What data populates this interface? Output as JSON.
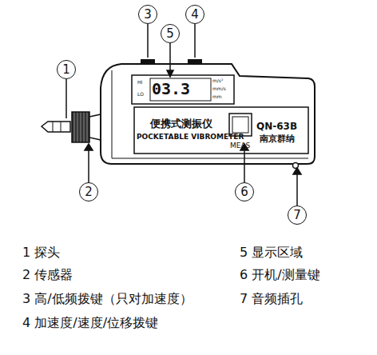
{
  "diagram": {
    "nodes": [
      {
        "text": [
          "1"
        ]
      },
      {
        "text": [
          "2"
        ]
      },
      {
        "text": [
          "3"
        ]
      },
      {
        "text": [
          "4"
        ]
      },
      {
        "text": [
          "5"
        ]
      },
      {
        "text": [
          "6"
        ]
      },
      {
        "text": [
          "7"
        ]
      },
      {
        "text": [
          "HI",
          "LO",
          "03.3",
          "m/s²",
          "mm/s",
          "mm"
        ]
      },
      {
        "text": [
          "便携式测振仪",
          "POCKETABLE VIBROMETER"
        ]
      }
    ],
    "labels": [
      "MEAS",
      "QN-63B",
      "南京群纳",
      "1 探头",
      "2 传感器",
      "3 高/低频拨键（只对加速度）",
      "4 加速度/速度/位移拨键",
      "5 显示区域",
      "6 开机/测量键",
      "7 音频插孔"
    ]
  }
}
